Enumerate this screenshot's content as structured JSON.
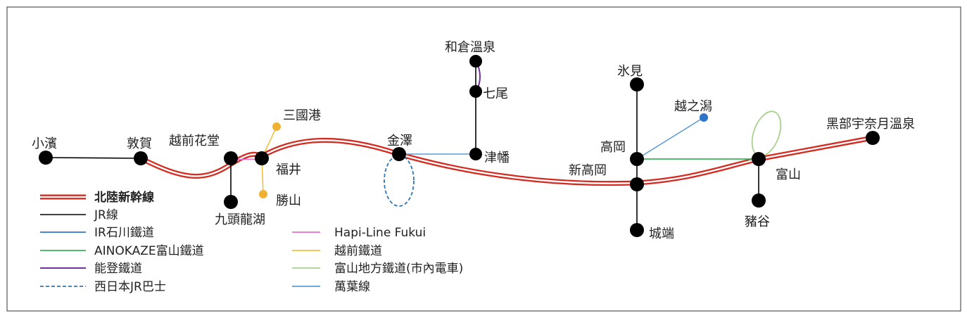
{
  "stations": {
    "obama": "小濱",
    "tsuruga": "敦賀",
    "echizen_kado": "越前花堂",
    "kuzuryuko": "九頭龍湖",
    "mikuniminato": "三國港",
    "fukui": "福井",
    "katsuyama": "勝山",
    "kanazawa": "金澤",
    "wakura_onsen": "和倉溫泉",
    "nanao": "七尾",
    "tsubata": "津幡",
    "himi": "氷見",
    "koshinokata": "越之潟",
    "takaoka": "高岡",
    "shin_takaoka": "新高岡",
    "johana": "城端",
    "toyama": "富山",
    "inotani": "豬谷",
    "unazuki_onsen": "黑部宇奈月溫泉"
  },
  "legend": [
    {
      "label": "北陸新幹線",
      "style": "shinkansen",
      "color": "#d42a20"
    },
    {
      "label": "JR線",
      "style": "solid",
      "color": "#000000"
    },
    {
      "label": "IR石川鐵道",
      "style": "solid",
      "color": "#2e75c8"
    },
    {
      "label": "AINOKAZE富山鐵道",
      "style": "solid",
      "color": "#3cb35a"
    },
    {
      "label": "能登鐵道",
      "style": "solid",
      "color": "#7030a0"
    },
    {
      "label": "西日本JR巴士",
      "style": "dashed",
      "color": "#2e75b6"
    },
    {
      "label": "Hapi-Line Fukui",
      "style": "solid",
      "color": "#e86ed0"
    },
    {
      "label": "越前鐵道",
      "style": "solid",
      "color": "#f0c040"
    },
    {
      "label": "富山地方鐵道(市內電車)",
      "style": "solid",
      "color": "#a9d18e"
    },
    {
      "label": "萬葉線",
      "style": "solid",
      "color": "#5b9bd5"
    }
  ]
}
